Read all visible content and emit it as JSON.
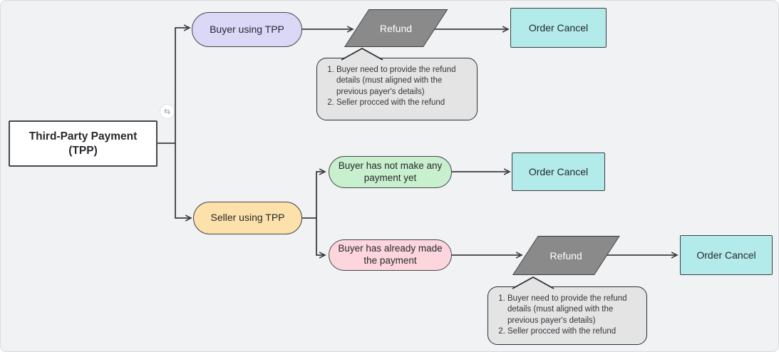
{
  "nodes": {
    "root": "Third-Party Payment (TPP)",
    "buyer_tpp": "Buyer using TPP",
    "seller_tpp": "Seller using TPP",
    "no_payment": "Buyer has not make any payment yet",
    "paid": "Buyer has already made the payment",
    "refund": "Refund",
    "order_cancel": "Order Cancel"
  },
  "note": {
    "item1": "Buyer need to provide the refund details (must aligned with the previous payer's details)",
    "item2": "Seller procced with the refund"
  },
  "icons": {
    "sync": "⇆"
  },
  "colors": {
    "canvas_bg": "#f1f2f4",
    "root_fill": "#ffffff",
    "buyer_fill": "#dad7f7",
    "seller_fill": "#fce1aa",
    "no_payment_fill": "#c9f0ce",
    "paid_fill": "#fcd6dc",
    "refund_fill": "#8a8a8a",
    "order_cancel_fill": "#b2ebe9",
    "note_fill": "#e4e4e4",
    "stroke": "#3b3d40"
  }
}
